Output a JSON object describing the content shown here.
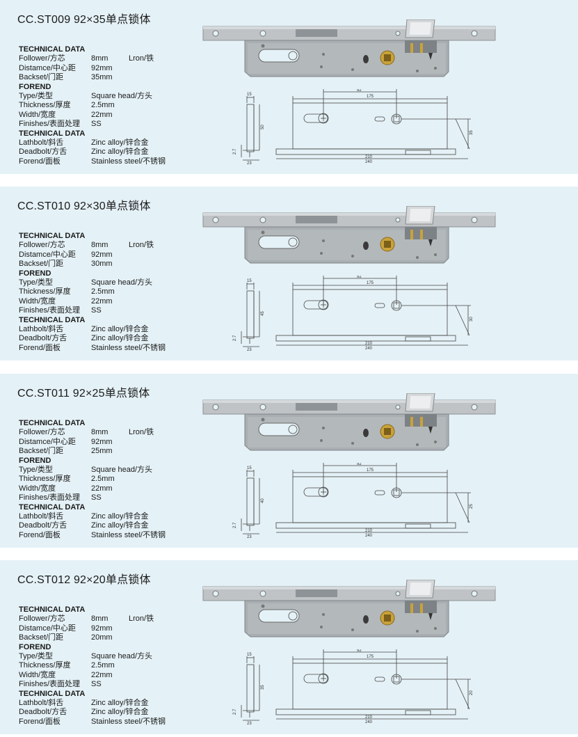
{
  "models": [
    {
      "title": "CC.ST009   92×35单点锁体",
      "specs": [
        {
          "k": "TECHNICAL DATA",
          "head": true
        },
        {
          "k": "Follower/方芯",
          "v": "8mm",
          "e": "Lron/铁"
        },
        {
          "k": "Distamce/中心距",
          "v": "92mm"
        },
        {
          "k": "Backset/门距",
          "v": "35mm"
        },
        {
          "k": "FOREND",
          "head": true
        },
        {
          "k": "Type/类型",
          "v": "Square head/方头"
        },
        {
          "k": "Thickness/厚度",
          "v": "2.5mm"
        },
        {
          "k": "Width/宽度",
          "v": "22mm"
        },
        {
          "k": "Finishes/表面处理",
          "v": "SS"
        },
        {
          "k": "TECHNICAL DATA",
          "head": true
        },
        {
          "k": "Lathbolt/斜舌",
          "v": "Zinc alloy/锌合金"
        },
        {
          "k": "Deadbolt/方舌",
          "v": "Zinc alloy/锌合金"
        },
        {
          "k": "Forend/面板",
          "v": "Stainless steel/不锈钢"
        }
      ],
      "dims": {
        "d175": "175",
        "d92": "92",
        "d15": "15",
        "d23": "23",
        "d210": "210",
        "d240": "240",
        "d27": "2.7",
        "depth": "50",
        "backset": "35"
      }
    },
    {
      "title": "CC.ST010   92×30单点锁体",
      "specs": [
        {
          "k": "TECHNICAL DATA",
          "head": true
        },
        {
          "k": "Follower/方芯",
          "v": "8mm",
          "e": "Lron/铁"
        },
        {
          "k": "Distamce/中心距",
          "v": "92mm"
        },
        {
          "k": "Backset/门距",
          "v": "30mm"
        },
        {
          "k": "FOREND",
          "head": true
        },
        {
          "k": "Type/类型",
          "v": "Square head/方头"
        },
        {
          "k": "Thickness/厚度",
          "v": "2.5mm"
        },
        {
          "k": "Width/宽度",
          "v": "22mm"
        },
        {
          "k": "Finishes/表面处理",
          "v": "SS"
        },
        {
          "k": "TECHNICAL DATA",
          "head": true
        },
        {
          "k": "Lathbolt/斜舌",
          "v": "Zinc alloy/锌合金"
        },
        {
          "k": "Deadbolt/方舌",
          "v": "Zinc alloy/锌合金"
        },
        {
          "k": "Forend/面板",
          "v": "Stainless steel/不锈钢"
        }
      ],
      "dims": {
        "d175": "175",
        "d92": "92",
        "d15": "15",
        "d23": "23",
        "d210": "210",
        "d240": "240",
        "d27": "2.7",
        "depth": "45",
        "backset": "30"
      }
    },
    {
      "title": "CC.ST011   92×25单点锁体",
      "specs": [
        {
          "k": "TECHNICAL DATA",
          "head": true
        },
        {
          "k": "Follower/方芯",
          "v": "8mm",
          "e": "Lron/铁"
        },
        {
          "k": "Distamce/中心距",
          "v": "92mm"
        },
        {
          "k": "Backset/门距",
          "v": "25mm"
        },
        {
          "k": "FOREND",
          "head": true
        },
        {
          "k": "Type/类型",
          "v": "Square head/方头"
        },
        {
          "k": "Thickness/厚度",
          "v": "2.5mm"
        },
        {
          "k": "Width/宽度",
          "v": "22mm"
        },
        {
          "k": "Finishes/表面处理",
          "v": "SS"
        },
        {
          "k": "TECHNICAL DATA",
          "head": true
        },
        {
          "k": "Lathbolt/斜舌",
          "v": "Zinc alloy/锌合金"
        },
        {
          "k": "Deadbolt/方舌",
          "v": "Zinc alloy/锌合金"
        },
        {
          "k": "Forend/面板",
          "v": "Stainless steel/不锈钢"
        }
      ],
      "dims": {
        "d175": "175",
        "d92": "92",
        "d15": "15",
        "d23": "23",
        "d210": "210",
        "d240": "240",
        "d27": "2.7",
        "depth": "40",
        "backset": "25"
      }
    },
    {
      "title": "CC.ST012   92×20单点锁体",
      "specs": [
        {
          "k": "TECHNICAL DATA",
          "head": true
        },
        {
          "k": "Follower/方芯",
          "v": "8mm",
          "e": "Lron/铁"
        },
        {
          "k": "Distamce/中心距",
          "v": "92mm"
        },
        {
          "k": "Backset/门距",
          "v": "20mm"
        },
        {
          "k": "FOREND",
          "head": true
        },
        {
          "k": "Type/类型",
          "v": "Square head/方头"
        },
        {
          "k": "Thickness/厚度",
          "v": "2.5mm"
        },
        {
          "k": "Width/宽度",
          "v": "22mm"
        },
        {
          "k": "Finishes/表面处理",
          "v": "SS"
        },
        {
          "k": "TECHNICAL DATA",
          "head": true
        },
        {
          "k": "Lathbolt/斜舌",
          "v": "Zinc alloy/锌合金"
        },
        {
          "k": "Deadbolt/方舌",
          "v": "Zinc alloy/锌合金"
        },
        {
          "k": "Forend/面板",
          "v": "Stainless steel/不锈钢"
        }
      ],
      "dims": {
        "d175": "175",
        "d92": "92",
        "d15": "15",
        "d23": "23",
        "d210": "210",
        "d240": "240",
        "d27": "2.7",
        "depth": "35",
        "backset": "20"
      }
    }
  ],
  "colors": {
    "panel": "#e4f1f6",
    "steel": "#b8bcbf",
    "steel_dark": "#8d9296",
    "brass": "#c9a23a",
    "line": "#444444"
  }
}
